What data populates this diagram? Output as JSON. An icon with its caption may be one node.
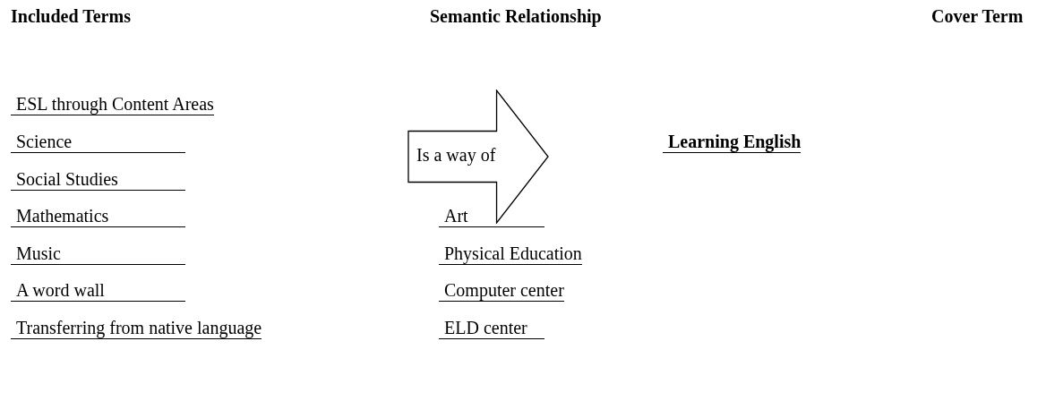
{
  "diagram": {
    "nodes": [
      {
        "text": [
          "Is a way of"
        ]
      }
    ],
    "labels": [
      "Included Terms",
      "Semantic Relationship",
      "Cover Term",
      "ESL through Content Areas",
      "Science",
      "Learning English",
      "Social Studies",
      "Mathematics",
      "Art",
      "Music",
      "Physical Education",
      "A word wall",
      "Computer center",
      "Transferring from native language",
      "ELD center"
    ]
  }
}
